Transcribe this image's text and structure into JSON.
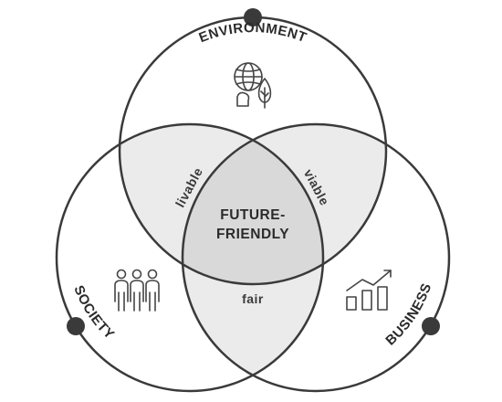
{
  "diagram": {
    "circles": {
      "environment": {
        "label": "ENVIRONMENT",
        "icon": "globe-tree-icon"
      },
      "society": {
        "label": "SOCIETY",
        "icon": "people-icon"
      },
      "business": {
        "label": "BUSINESS",
        "icon": "bar-chart-growth-icon"
      }
    },
    "intersections": {
      "environment_society": "livable",
      "environment_business": "viable",
      "society_business": "fair",
      "center_line1": "FUTURE-",
      "center_line2": "FRIENDLY"
    },
    "colors": {
      "outline": "#3a3a3a",
      "pair_overlap": "#ebebeb",
      "center_overlap": "#d9d9d9",
      "background": "#ffffff"
    }
  }
}
